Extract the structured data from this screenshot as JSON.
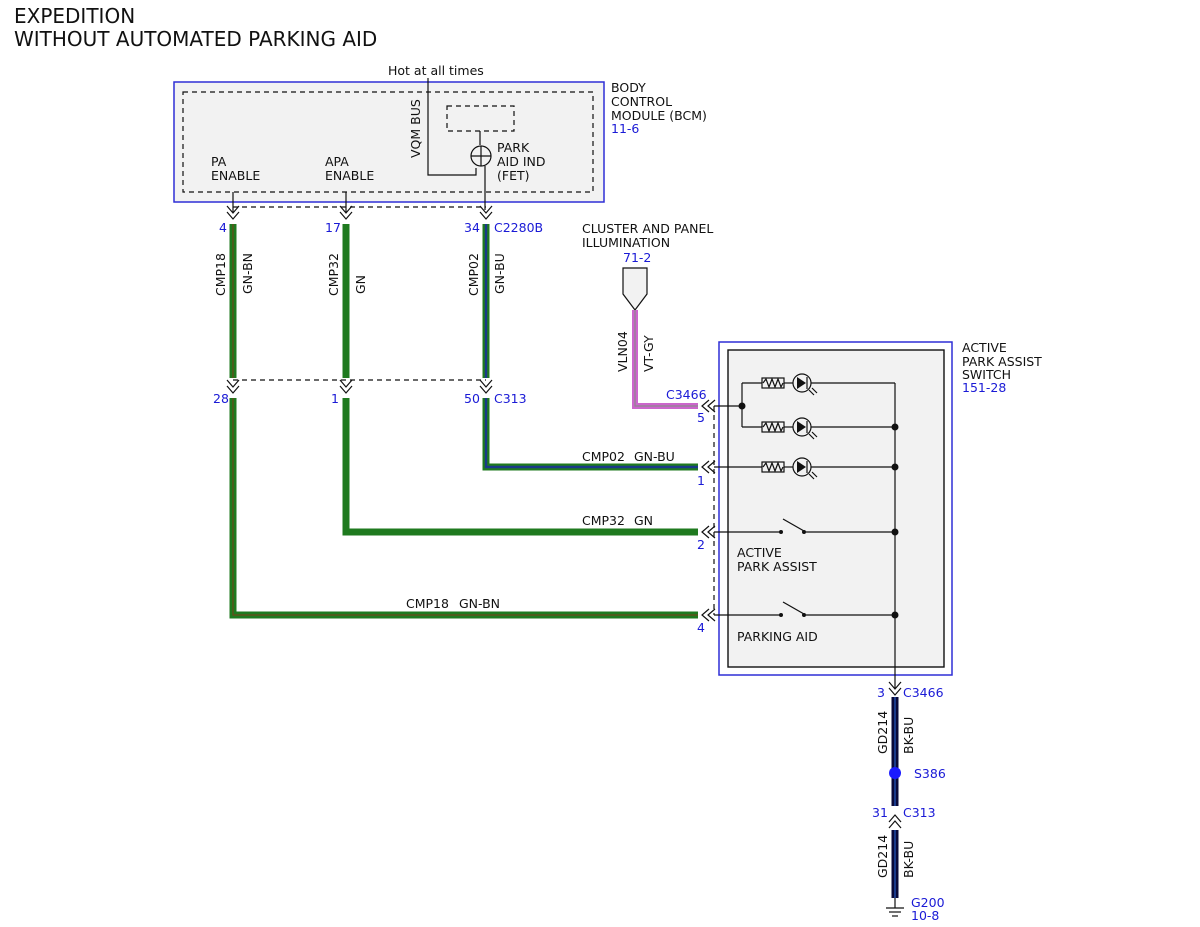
{
  "title": {
    "line1": "EXPEDITION",
    "line2": "WITHOUT AUTOMATED PARKING AID"
  },
  "colors": {
    "module_border": "#2f2fd6",
    "module_fill": "#f2f2f2",
    "reference_text": "#1a1ad6",
    "wire_gn": "#1f7a1f",
    "wire_gn_dark": "#0d4a0d",
    "wire_bu": "#1a3a8a",
    "wire_vt": "#cc66cc",
    "wire_bk": "#0a0a3a",
    "splice": "#1a1aff"
  },
  "bcm": {
    "hot_label": "Hot at all times",
    "name_line1": "BODY",
    "name_line2": "CONTROL",
    "name_line3": "MODULE (BCM)",
    "ref": "11-6",
    "bus_label": "VQM BUS",
    "pa_enable_line1": "PA",
    "pa_enable_line2": "ENABLE",
    "apa_enable_line1": "APA",
    "apa_enable_line2": "ENABLE",
    "park_aid_line1": "PARK",
    "park_aid_line2": "AID IND",
    "park_aid_line3": "(FET)",
    "connector": "C2280B",
    "pins": [
      "4",
      "17",
      "34"
    ]
  },
  "upper_wires": [
    {
      "circuit": "CMP18",
      "color": "GN-BN"
    },
    {
      "circuit": "CMP32",
      "color": "GN"
    },
    {
      "circuit": "CMP02",
      "color": "GN-BU"
    }
  ],
  "inline_connector": {
    "name": "C313",
    "pins": [
      "28",
      "1",
      "50"
    ]
  },
  "illumination": {
    "label_line1": "CLUSTER AND PANEL",
    "label_line2": "ILLUMINATION",
    "ref": "71-2",
    "circuit": "VLN04",
    "color": "VT-GY"
  },
  "lower_wires": [
    {
      "circuit": "CMP02",
      "color": "GN-BU"
    },
    {
      "circuit": "CMP32",
      "color": "GN"
    },
    {
      "circuit": "CMP18",
      "color": "GN-BN"
    }
  ],
  "switch": {
    "name_line1": "ACTIVE",
    "name_line2": "PARK ASSIST",
    "name_line3": "SWITCH",
    "ref": "151-28",
    "connector": "C3466",
    "pins": [
      "5",
      "1",
      "2",
      "4"
    ],
    "apa_label_line1": "ACTIVE",
    "apa_label_line2": "PARK ASSIST",
    "parking_aid_label": "PARKING AID"
  },
  "ground": {
    "pin_top": "3",
    "connector_top": "C3466",
    "circuit": "GD214",
    "color": "BK-BU",
    "splice": "S386",
    "pin_bottom": "31",
    "connector_bottom": "C313",
    "ground_point": "G200",
    "ground_ref": "10-8"
  }
}
